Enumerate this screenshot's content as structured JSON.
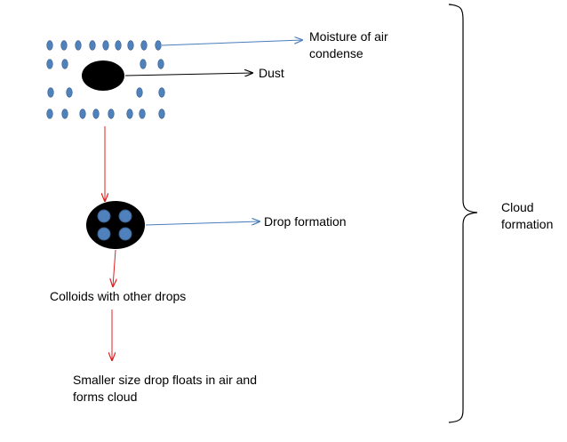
{
  "labels": {
    "moisture_line1": "Moisture of air",
    "moisture_line2": "condense",
    "dust": "Dust",
    "drop_formation": "Drop formation",
    "colloids": "Colloids with other drops",
    "smaller_line1": "Smaller size drop floats in air and",
    "smaller_line2": "forms cloud",
    "cloud_line1": "Cloud",
    "cloud_line2": "formation"
  },
  "colors": {
    "droplet_fill": "#4f81bd",
    "droplet_stroke": "#385d8a",
    "dust_particle": "#000000",
    "blue_arrow": "#4a7ebb",
    "red_arrow": "#e02020",
    "black_arrow": "#000000",
    "brace": "#000000"
  },
  "icons": {
    "moisture": "droplet-ellipse",
    "dust": "black-ellipse",
    "drop": "black-ellipse-with-four-blue-circles"
  }
}
